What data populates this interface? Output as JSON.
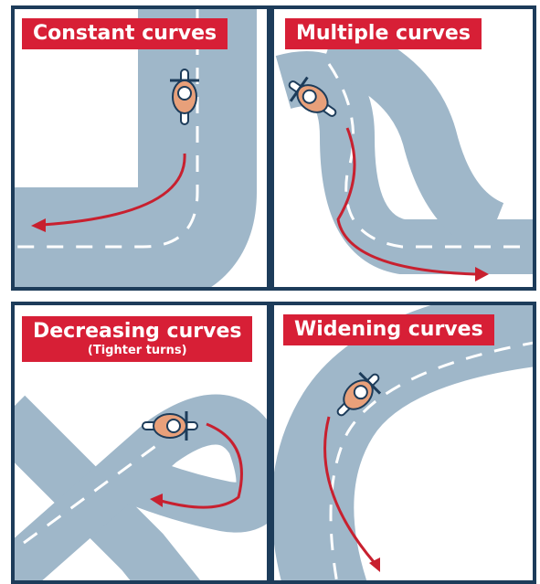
{
  "panels": [
    {
      "title": "Constant curves",
      "subtitle": ""
    },
    {
      "title": "Multiple curves",
      "subtitle": ""
    },
    {
      "title": "Decreasing curves",
      "subtitle": "(Tighter turns)"
    },
    {
      "title": "Widening curves",
      "subtitle": ""
    }
  ],
  "colors": {
    "road": "#9fb7c9",
    "road_edge": "#7f9db3",
    "lane_marking": "#ffffff",
    "frame": "#1d3c5a",
    "label_bg": "#d71f36",
    "path_arrow": "#c8202f",
    "rider_jacket": "#e8a07a"
  },
  "icons": [
    "motorcycle-rider-icon",
    "path-arrow-icon"
  ]
}
